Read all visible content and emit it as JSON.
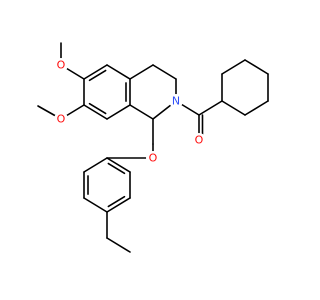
{
  "atoms": [
    {
      "id": "o-methoxy-top",
      "name": "methoxy-oxygen-top",
      "label": "O",
      "color": "#ff0d0d"
    },
    {
      "id": "o-methoxy-bottom",
      "name": "methoxy-oxygen-bottom",
      "label": "O",
      "color": "#ff0d0d"
    },
    {
      "id": "n-ring",
      "name": "ring-nitrogen",
      "label": "N",
      "color": "#3050f8"
    },
    {
      "id": "o-carbonyl",
      "name": "carbonyl-oxygen",
      "label": "O",
      "color": "#ff0d0d"
    },
    {
      "id": "o-ether",
      "name": "ether-oxygen",
      "label": "O",
      "color": "#ff0d0d"
    }
  ],
  "colors": {
    "bond": "#000000",
    "background": "#ffffff"
  }
}
